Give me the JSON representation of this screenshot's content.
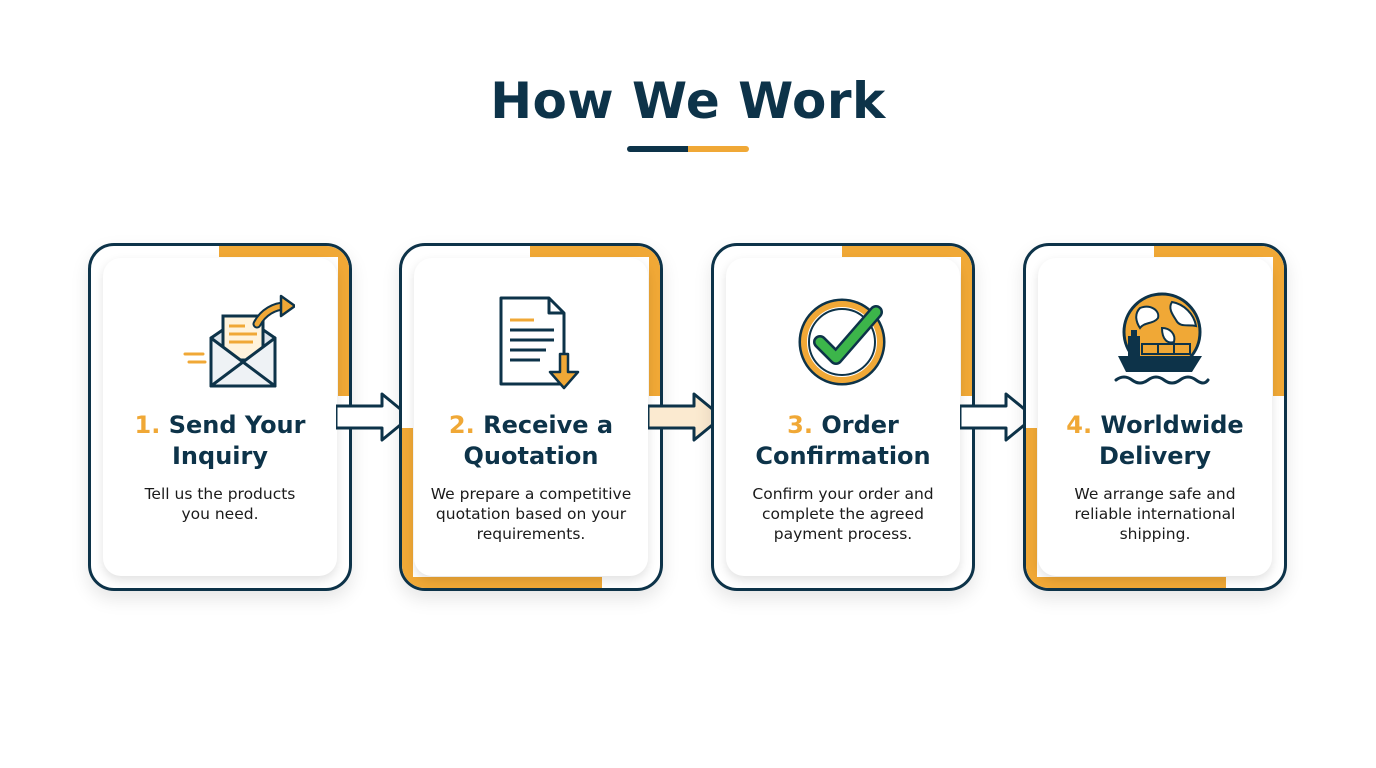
{
  "header": {
    "title": "How We Work"
  },
  "colors": {
    "navy": "#0d3349",
    "orange": "#f0a836",
    "green": "#3cb54a"
  },
  "steps": [
    {
      "number": "1.",
      "title_line1": "Send Your",
      "title_line2": "Inquiry",
      "desc_lines": [
        "Tell us the products",
        "you need."
      ],
      "icon": "envelope-send-icon"
    },
    {
      "number": "2.",
      "title_line1": "Receive a",
      "title_line2": "Quotation",
      "desc_lines": [
        "We prepare a competitive",
        "quotation based on your",
        "requirements."
      ],
      "icon": "document-download-icon"
    },
    {
      "number": "3.",
      "title_line1": "Order",
      "title_line2": "Confirmation",
      "desc_lines": [
        "Confirm your order and",
        "complete the agreed",
        "payment process."
      ],
      "icon": "checkmark-circle-icon"
    },
    {
      "number": "4.",
      "title_line1": "Worldwide",
      "title_line2": "Delivery",
      "desc_lines": [
        "We arrange safe and",
        "reliable international",
        "shipping."
      ],
      "icon": "globe-ship-icon"
    }
  ]
}
